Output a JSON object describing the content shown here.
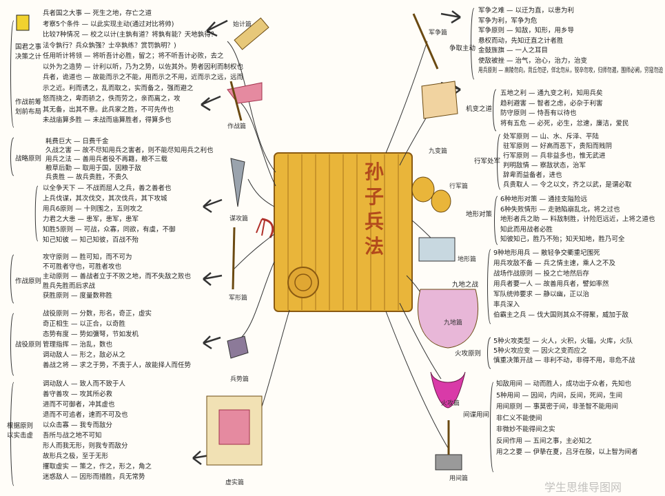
{
  "title": "孙子兵法",
  "watermark": "学生思维导图网",
  "colors": {
    "scroll": "#e9b53a",
    "scroll_dark": "#a8741c",
    "title": "#b24a1c",
    "ink": "#222222"
  },
  "chapters": {
    "ji": "始计篇",
    "zuozhan": "作战篇",
    "mougong": "谋攻篇",
    "xing": "军形篇",
    "shi": "兵势篇",
    "xushi": "虚实篇",
    "junzheng": "军争篇",
    "jiubian": "九变篇",
    "xingjun": "行军篇",
    "dixing": "地形篇",
    "jiudi": "九地篇",
    "huogong": "火攻篇",
    "yongjian": "用间篇"
  },
  "left": {
    "ji": {
      "cats": [
        "国君之事\n决策之计",
        "作战前筹\n划前布局"
      ],
      "lines": [
        "兵者国之大事 — 死生之地，存亡之道",
        "考察5个条件 — 以此实现主动(通过对比将帅)",
        "比较7种情况 — 校之以计(主孰有道？将孰有能？天地孰得？",
        "    法令孰行？兵众孰强？士卒孰练？赏罚孰明？)",
        "任用听计将领 — 将听吾计必胜，留之；将不听吾计必败，去之",
        "以外为之造势 — 计利以听，乃为之势，以佐其外。势者因利而制权也",
        "兵者，诡道也 — 故能而示之不能，用而示之不用，近而示之远，远而",
        "    示之近。利而诱之，乱而取之，实而备之，强而避之",
        "    怒而挠之，卑而骄之，佚而劳之，亲而离之，攻",
        "    其无备，出其不意。此兵家之胜，不可先传也",
        "未战庙算多胜 — 未战而庙算胜者，得算多也"
      ]
    },
    "zuozhan": {
      "cats": [
        "战略原则"
      ],
      "lines": [
        "耗费巨大 — 日费千金",
        "久战之害 — 故不尽知用兵之害者，则不能尽知用兵之利也",
        "用兵之法 — 善用兵者役不再籍，粮不三载",
        "粮草后勤 — 取用于国，因粮于敌",
        "兵贵胜 — 故兵贵胜，不贵久"
      ]
    },
    "mougong": {
      "cats": [],
      "lines": [
        "以全争天下 — 不战而屈人之兵，善之善者也",
        "    上兵伐谋，其次伐交，其次伐兵，其下攻城",
        "用兵6原则 — 十则围之，五则攻之",
        "力君之大患 — 患军，患军，患军",
        "知胜5原则 — 可战，众寡，同欲，有虞，不御",
        "知己知彼 — 知己知彼，百战不殆"
      ]
    },
    "xing": {
      "cats": [
        "作战原则"
      ],
      "lines": [
        "攻守原则 — 胜可知，而不可为",
        "    不可胜者守也，可胜者攻也",
        "主动原则 — 善战者立于不败之地，而不失敌之败也",
        "    胜兵先胜而后求战",
        "获胜原则 — 度量数称胜"
      ]
    },
    "shi": {
      "cats": [
        "战役原则"
      ],
      "lines": [
        "战役原则 — 分数，形名，奇正，虚实",
        "奇正相生 — 以正合，以奇胜",
        "态势有度 — 势如彍弩，节如发机",
        "管理指挥 — 治乱，数也",
        "调动敌人 — 形之，敌必从之",
        "善战之将 — 求之于势，不责于人，故能择人而任势"
      ]
    },
    "xushi": {
      "cats": [
        "根据原则\n以实击虚"
      ],
      "lines": [
        "调动敌人 — 致人而不致于人",
        "善守善攻 — 攻其所必救",
        "    进而不可御者，冲其虚也",
        "    退而不可追者，速而不可及也",
        "以众击寡 — 我专而敌分",
        "    吾所与战之地不可知",
        "    形人而我无形，则我专而敌分",
        "    故形兵之极，至于无形",
        "攫取虚实 — 策之，作之，形之，角之",
        "迷惑敌人 — 因形而措胜，兵无常势"
      ]
    }
  },
  "right": {
    "junzheng": {
      "cats": [
        "争取主动"
      ],
      "lines": [
        "军争之难 — 以迂为直，以患为利",
        "    军争为利，军争为危",
        "军争原则 — 知敌，知形，用乡导",
        "    悬权而动，先知迂直之计者胜",
        "金鼓旌旗 — 一人之耳目",
        "使敌被挫 — 治气，治心，治力，治变",
        "用兵原则 — 高陵勿向，背丘勿逆，佯北勿从，锐卒勿攻，归师勿遏，围师必阙，穷寇勿迫"
      ]
    },
    "jiubian": {
      "cats": [
        "机变之道"
      ],
      "lines": [
        "五地之利 — 通九变之利，知用兵矣",
        "趋利避害 — 智者之虑，必杂于利害",
        "防守原则 — 恃吾有以待也",
        "将有五危 — 必死，必生，忿速，廉洁，爱民"
      ]
    },
    "xingjun": {
      "cats": [
        "行军处军"
      ],
      "lines": [
        "处军原则 — 山、水、斥泽、平陆",
        "驻军原则 — 好高而恶下，贵阳而贱阴",
        "行军原则 — 兵非益多也，惟无武进",
        "判明敌情 — 察敌状态，治军",
        "    辞卑而益备者，进也",
        "兵贵取人 — 令之以文，齐之以武，是谓必取"
      ]
    },
    "dixing": {
      "cats": [
        "地形对策"
      ],
      "lines": [
        "6种地形对策 — 通挂支隘险远",
        "6种失败情形 — 走驰陷崩乱北，将之过也",
        "地形者兵之助 — 料敌制胜，计险厄远近，上将之道也",
        "    知此而用战者必胜",
        "    知彼知己，胜乃不殆；知天知地，胜乃可全"
      ]
    },
    "jiudi": {
      "cats": [
        "九地之战"
      ],
      "lines": [
        "9种地形用兵 — 散轻争交衢重圮围死",
        "用兵攻敌不备 — 兵之情主速，乘人之不及",
        "战场作战原则 — 投之亡地然后存",
        "用兵者要一人 — 故善用兵者，譬如率然",
        "军队统帅要求 — 静以幽，正以治",
        "    率兵深入",
        "伯霸主之兵 — 伐大国则其众不得聚，威加于敌"
      ]
    },
    "huogong": {
      "cats": [
        "火攻原则"
      ],
      "lines": [
        "5种火攻类型 — 火人，火积，火辎，火库，火队",
        "5种火攻应变 — 因火之变而应之",
        "慎重决策开战 — 非利不动，非得不用，非危不战"
      ]
    },
    "yongjian": {
      "cats": [
        "间谍用间"
      ],
      "lines": [
        "知敌用间 — 动而胜人，成功出于众者，先知也",
        "5种用间 — 因间，内间，反间，死间，生间",
        "用间原则 — 事莫密于间，非圣智不能用间",
        "    非仁义不能使间",
        "    非微妙不能得间之实",
        "反间作用 — 五间之事，主必知之",
        "用之之要 — 伊挚在夏，吕牙在殷，以上智为间者"
      ]
    }
  }
}
